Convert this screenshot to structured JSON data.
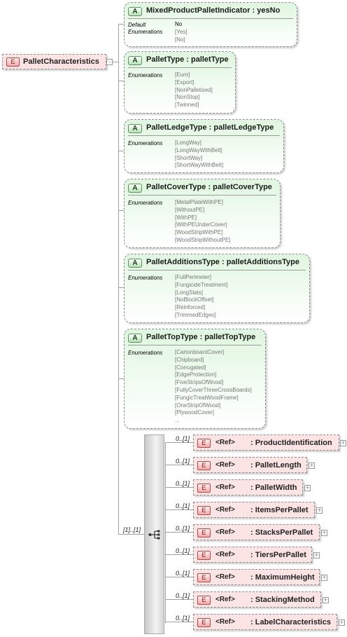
{
  "root": {
    "badge": "E",
    "name": "PalletCharacteristics"
  },
  "attributes": [
    {
      "badge": "A",
      "title": "MixedProductPalletIndicator : yesNo",
      "default_label": "Default",
      "default_value": "No",
      "enum_label": "Enumerations",
      "values": [
        "[Yes]",
        "[No]"
      ]
    },
    {
      "badge": "A",
      "title": "PalletType : palletType",
      "enum_label": "Enumerations",
      "values": [
        "[Euro]",
        "[Export]",
        "[NonPalletised]",
        "[NonStop]",
        "[Twinned]"
      ]
    },
    {
      "badge": "A",
      "title": "PalletLedgeType : palletLedgeType",
      "enum_label": "Enumerations",
      "values": [
        "[LongWay]",
        "[LongWayWithBelt]",
        "[ShortWay]",
        "[ShortWayWithBelt]"
      ]
    },
    {
      "badge": "A",
      "title": "PalletCoverType : palletCoverType",
      "enum_label": "Enumerations",
      "values": [
        "[MetalPlateWithPE]",
        "[WithoutPE]",
        "[WithPE]",
        "[WithPEUnderCover]",
        "[WoodStripWithPE]",
        "[WoodStripWithoutPE]"
      ]
    },
    {
      "badge": "A",
      "title": "PalletAdditionsType : palletAdditionsType",
      "enum_label": "Enumerations",
      "values": [
        "[FullPerimeter]",
        "[FungicideTreatment]",
        "[LongSlats]",
        "[NoBlockOffset]",
        "[Reinforced]",
        "[TrimmedEdges]"
      ]
    },
    {
      "badge": "A",
      "title": "PalletTopType : palletTopType",
      "enum_label": "Enumerations",
      "values": [
        "[CartonboardCover]",
        "[Chipboard]",
        "[Corrugated]",
        "[EdgeProtection]",
        "[FiveStripsOfWood]",
        "[FullyCoverThreeCrossBoards]",
        "[FungicTreatWoodFrame]",
        "[OneStripOfWood]",
        "[PlywoodCover]",
        "..."
      ]
    }
  ],
  "sequence": {
    "occurrence": "[1]..[1]"
  },
  "children": [
    {
      "badge": "E",
      "ref": "<Ref>",
      "name": ": ProductIdentification",
      "occurrence": "0..[1]",
      "expand": "+"
    },
    {
      "badge": "E",
      "ref": "<Ref>",
      "name": ": PalletLength",
      "occurrence": "0..[1]",
      "expand": "+"
    },
    {
      "badge": "E",
      "ref": "<Ref>",
      "name": ": PalletWidth",
      "occurrence": "0..[1]",
      "expand": "+"
    },
    {
      "badge": "E",
      "ref": "<Ref>",
      "name": ": ItemsPerPallet",
      "occurrence": "0..[1]",
      "expand": "+"
    },
    {
      "badge": "E",
      "ref": "<Ref>",
      "name": ": StacksPerPallet",
      "occurrence": "0..[1]",
      "expand": "+"
    },
    {
      "badge": "E",
      "ref": "<Ref>",
      "name": ": TiersPerPallet",
      "occurrence": "0..[1]",
      "expand": "+"
    },
    {
      "badge": "E",
      "ref": "<Ref>",
      "name": ": MaximumHeight",
      "occurrence": "0..[1]",
      "expand": "+"
    },
    {
      "badge": "E",
      "ref": "<Ref>",
      "name": ": StackingMethod",
      "occurrence": "0..[1]",
      "expand": "+"
    },
    {
      "badge": "E",
      "ref": "<Ref>",
      "name": ": LabelCharacteristics",
      "occurrence": "0..[1]",
      "expand": "+"
    }
  ],
  "colors": {
    "element_fill": "#fde4e4",
    "attribute_fill": "#dff6df",
    "connector": "#a0a0a0"
  }
}
